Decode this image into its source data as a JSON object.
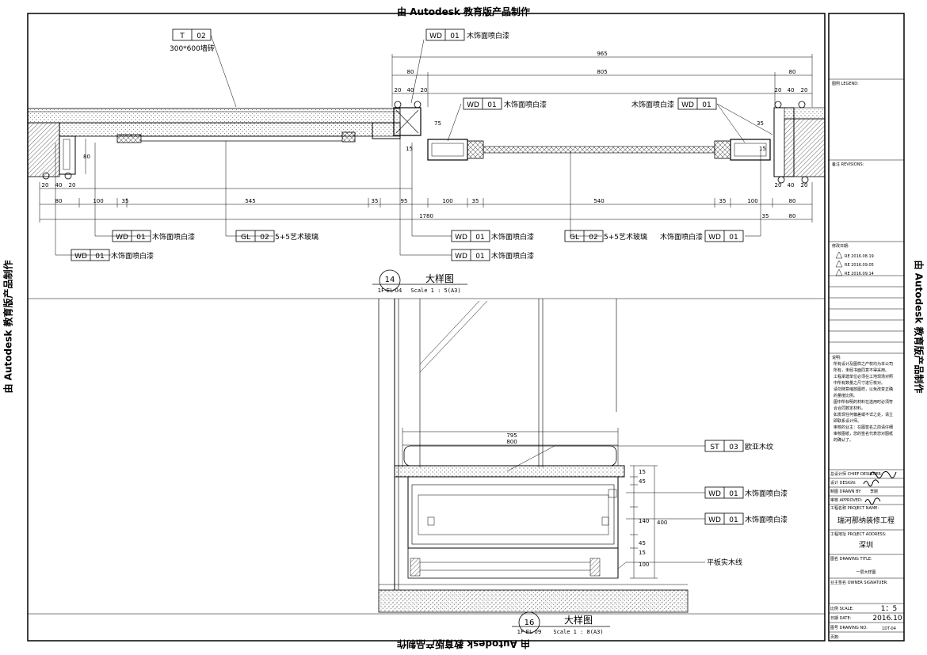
{
  "watermark": "由 Autodesk 教育版产品制作",
  "detail14": {
    "number": "14",
    "ref": "1F-EL-04",
    "title": "大样图",
    "scale": "Scale 1 : 5(A3)",
    "tags": {
      "t02": {
        "code": "T",
        "num": "02",
        "note": "300*600墙砖"
      },
      "wd_top": {
        "code": "WD",
        "num": "01",
        "note": "木饰面喷白漆"
      },
      "wd_mid": {
        "code": "WD",
        "num": "01",
        "note": "木饰面喷白漆"
      },
      "wd_right": {
        "code": "WD",
        "num": "01",
        "note": "木饰面喷白漆"
      },
      "wd_b1": {
        "code": "WD",
        "num": "01",
        "note": "木饰面喷白漆"
      },
      "wd_b2": {
        "code": "WD",
        "num": "01",
        "note": "木饰面喷白漆"
      },
      "gl1": {
        "code": "GL",
        "num": "02",
        "note": "5+5艺术玻璃"
      },
      "wd_b3": {
        "code": "WD",
        "num": "01",
        "note": "木饰面喷白漆"
      },
      "wd_b4": {
        "code": "WD",
        "num": "01",
        "note": "木饰面喷白漆"
      },
      "gl2": {
        "code": "GL",
        "num": "02",
        "note": "5+5艺术玻璃"
      },
      "wd_b5": {
        "code": "WD",
        "num": "01",
        "note": "木饰面喷白漆"
      }
    },
    "dims": {
      "d965": "965",
      "d805": "805",
      "d80a": "80",
      "d80b": "80",
      "d20a": "20",
      "d40a": "40",
      "d20b": "20",
      "d20c": "20",
      "d40b": "40",
      "d20d": "20",
      "d75": "75",
      "d15a": "15",
      "d15b": "15",
      "d35v": "35",
      "d80v": "80",
      "d20e": "20",
      "d40c": "40",
      "d20f": "20",
      "d80c": "80",
      "d100a": "100",
      "d35a": "35",
      "d545": "545",
      "d35b": "35",
      "d95": "95",
      "d100b": "100",
      "d35c": "35",
      "d540": "540",
      "d35d": "35",
      "d100c": "100",
      "d20g": "20",
      "d40d": "40",
      "d20h": "20",
      "d80d": "80",
      "d1780": "1780",
      "d80e": "80",
      "d35e": "35"
    }
  },
  "detail16": {
    "number": "16",
    "ref": "1F-EL-09",
    "title": "大样图",
    "scale": "Scale 1 : 8(A3)",
    "tags": {
      "st03": {
        "code": "ST",
        "num": "03",
        "note": "欧亚木纹"
      },
      "wd1": {
        "code": "WD",
        "num": "01",
        "note": "木饰面喷白漆"
      },
      "wd2": {
        "code": "WD",
        "num": "01",
        "note": "木饰面喷白漆"
      },
      "plain": "平板实木线"
    },
    "dims": {
      "d800": "800",
      "d795": "795",
      "v15a": "15",
      "v45a": "45",
      "v140": "140",
      "v45b": "45",
      "v15b": "15",
      "v100": "100",
      "v400": "400"
    }
  },
  "titleblock": {
    "legend": "图例 LEGEND:",
    "revisions": "备注 REVISIONS:",
    "rev_date": "修改日期:",
    "revs": [
      "RE 2016.08.19",
      "RE 2016.09.05",
      "RE 2016.09.14"
    ],
    "notes_title": "说明:",
    "notes": [
      "所有设计及图样之产权均为本公司",
      "所有，未经书面同意不得采用。",
      "工程承建单位必须在工地现场对照",
      "中所有数量之尺寸进行核对。",
      "请勿随意缩放图样，以免改变正确",
      "的量度比例。",
      "图中所标明的材料在选用时必须符",
      "合合同数定材料。",
      "如发现任何偏差或不详之处，请立",
      "即联系设计师。",
      "审核的业主：在图签名之前请仔细",
      "审核图纸，您的签名代表您对图纸",
      "的确认了。"
    ],
    "chief_designer": "总设计师 CHIEF DESIGNER:",
    "designer": "设计 DESIGN:",
    "drawn_by": "制图 DRAWN BY:",
    "drawn_name": "李婉",
    "approved": "审核 APPROVED:",
    "project_name_label": "工程名称 PROJECT NAME:",
    "project_name": "瑞河那纳装修工程",
    "project_address_label": "工程地址 PROJECT ADDRESS:",
    "project_address": "深圳",
    "drawing_title_label": "图名 DRAWING TITLE:",
    "drawing_title": "一层大样图",
    "owner_label": "业主签名 OWNER SIGNATUER:",
    "scale_label": "比例 SCALE:",
    "scale_value": "1：5",
    "date_label": "日期 DATE:",
    "date_value": "2016.10",
    "drawing_no_label": "图号 DRAWING NO:",
    "drawing_no_value": "1DT-04",
    "pages_label": "页数:"
  }
}
